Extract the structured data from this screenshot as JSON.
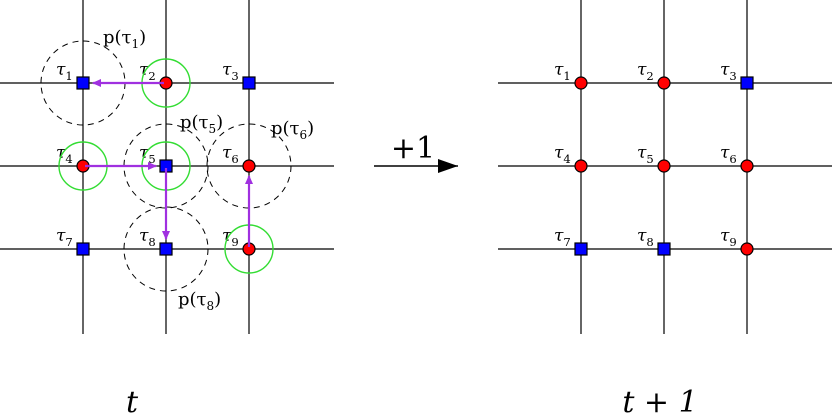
{
  "left_grid": {
    "caption": "t",
    "tasks": [
      {
        "label": "τ",
        "sub": "1",
        "marker": "square",
        "ring": false,
        "dashed": true
      },
      {
        "label": "τ",
        "sub": "2",
        "marker": "circle",
        "ring": true,
        "dashed": false
      },
      {
        "label": "τ",
        "sub": "3",
        "marker": "square",
        "ring": false,
        "dashed": false
      },
      {
        "label": "τ",
        "sub": "4",
        "marker": "circle",
        "ring": true,
        "dashed": false
      },
      {
        "label": "τ",
        "sub": "5",
        "marker": "square",
        "ring": true,
        "dashed": true
      },
      {
        "label": "τ",
        "sub": "6",
        "marker": "circle",
        "ring": false,
        "dashed": true
      },
      {
        "label": "τ",
        "sub": "7",
        "marker": "square",
        "ring": false,
        "dashed": false
      },
      {
        "label": "τ",
        "sub": "8",
        "marker": "square",
        "ring": false,
        "dashed": true
      },
      {
        "label": "τ",
        "sub": "9",
        "marker": "circle",
        "ring": true,
        "dashed": false
      }
    ],
    "regions": [
      {
        "task": "1",
        "text_prefix": "p(τ",
        "sub": "1",
        "text_suffix": ")"
      },
      {
        "task": "5",
        "text_prefix": "p(τ",
        "sub": "5",
        "text_suffix": ")"
      },
      {
        "task": "6",
        "text_prefix": "p(τ",
        "sub": "6",
        "text_suffix": ")"
      },
      {
        "task": "8",
        "text_prefix": "p(τ",
        "sub": "8",
        "text_suffix": ")"
      }
    ],
    "moves": [
      {
        "from": "2",
        "to": "1"
      },
      {
        "from": "4",
        "to": "5"
      },
      {
        "from": "5",
        "to": "8"
      },
      {
        "from": "9",
        "to": "6"
      }
    ]
  },
  "transition": {
    "label": "+1"
  },
  "right_grid": {
    "caption": "t + 1",
    "tasks": [
      {
        "label": "τ",
        "sub": "1",
        "marker": "circle"
      },
      {
        "label": "τ",
        "sub": "2",
        "marker": "circle"
      },
      {
        "label": "τ",
        "sub": "3",
        "marker": "square"
      },
      {
        "label": "τ",
        "sub": "4",
        "marker": "circle"
      },
      {
        "label": "τ",
        "sub": "5",
        "marker": "circle"
      },
      {
        "label": "τ",
        "sub": "6",
        "marker": "circle"
      },
      {
        "label": "τ",
        "sub": "7",
        "marker": "square"
      },
      {
        "label": "τ",
        "sub": "8",
        "marker": "square"
      },
      {
        "label": "τ",
        "sub": "9",
        "marker": "circle"
      }
    ]
  },
  "colors": {
    "grid": "#000000",
    "circle_fill": "#ff0000",
    "square_fill": "#0000ff",
    "ring": "#33dd33",
    "arrow": "#a030e0",
    "dashed": "#000000"
  }
}
